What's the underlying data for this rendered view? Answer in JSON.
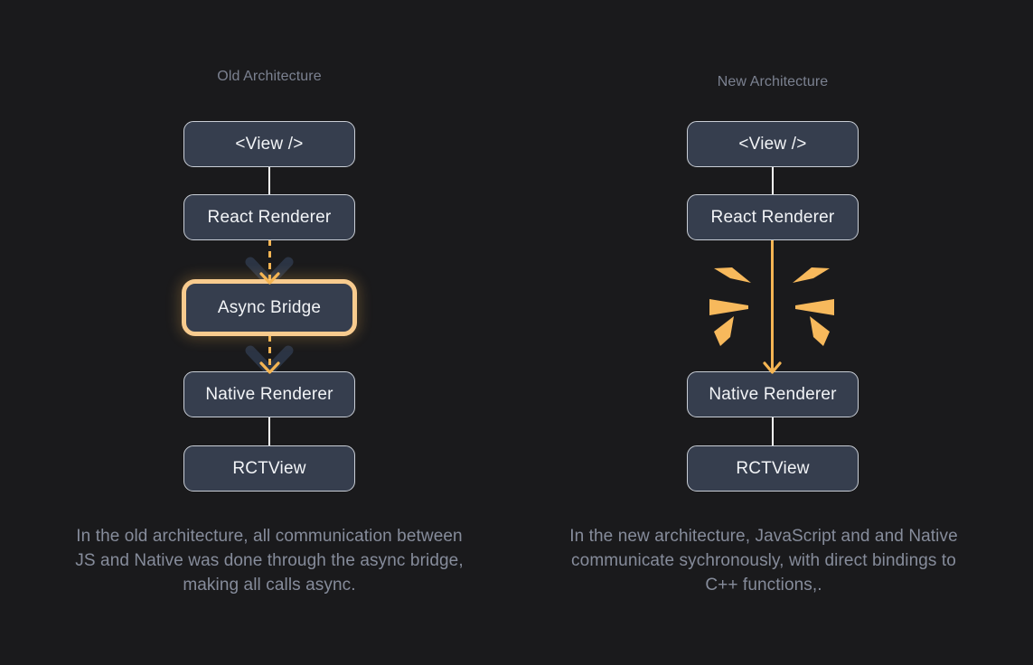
{
  "theme": {
    "background": "#1a1a1c",
    "node_fill": "#363e4e",
    "node_border": "#c9ced6",
    "node_text": "#f2f4f7",
    "accent_orange": "#f5b553",
    "highlight_border": "#f8cb8e",
    "title_text": "#7b8190",
    "caption_text": "#868c9b",
    "chevron_shadow": "#2b3444"
  },
  "columns": [
    {
      "id": "old",
      "title": "Old Architecture",
      "nodes": [
        {
          "id": "old-view",
          "label": "<View />",
          "highlight": false
        },
        {
          "id": "old-react-renderer",
          "label": "React Renderer",
          "highlight": false
        },
        {
          "id": "old-async-bridge",
          "label": "Async Bridge",
          "highlight": true
        },
        {
          "id": "old-native-renderer",
          "label": "Native Renderer",
          "highlight": false
        },
        {
          "id": "old-rctview",
          "label": "RCTView",
          "highlight": false
        }
      ],
      "caption": "In the old architecture, all communication between JS and Native was done through the async bridge, making all calls async."
    },
    {
      "id": "new",
      "title": "New Architecture",
      "nodes": [
        {
          "id": "new-view",
          "label": "<View />",
          "highlight": false
        },
        {
          "id": "new-react-renderer",
          "label": "React Renderer",
          "highlight": false
        },
        {
          "id": "new-native-renderer",
          "label": "Native Renderer",
          "highlight": false
        },
        {
          "id": "new-rctview",
          "label": "RCTView",
          "highlight": false
        }
      ],
      "caption": "In the new architecture, JavaScript and and Native communicate sychronously, with direct bindings to C++ functions,."
    }
  ]
}
